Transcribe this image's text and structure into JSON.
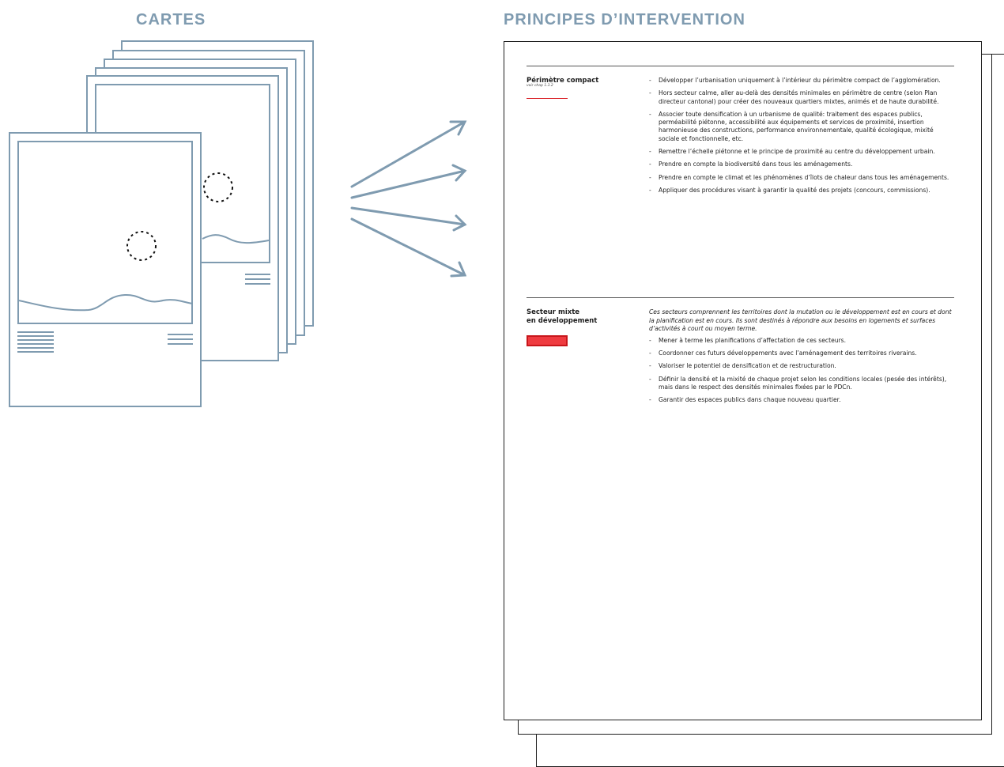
{
  "headings": {
    "left": "CARTES",
    "right": "PRINCIPES D’INTERVENTION"
  },
  "colors": {
    "heading": "#7f9bb0",
    "line_art": "#7f9bb0",
    "compact_marker": "#d91f26",
    "mixed_marker_fill": "#ef3b40",
    "mixed_marker_border": "#c8161b"
  },
  "document": {
    "sections": [
      {
        "title": "Périmètre compact",
        "reference": "voir chap 1.3.2",
        "intro": "",
        "bullets": [
          "Développer l’urbanisation uniquement à l’intérieur du périmètre compact de l’agglomération.",
          "Hors secteur calme, aller au-delà des densités minimales en périmètre de centre (selon Plan directeur cantonal) pour créer des nouveaux quartiers mixtes, animés et de haute durabilité.",
          "Associer toute densification à un urbanisme de qualité: traitement des espaces publics, perméabilité piétonne, accessibilité aux équipements et services de proximité, insertion harmonieuse des constructions, performance environnementale, qualité écologique, mixité sociale et fonctionnelle, etc.",
          "Remettre l’échelle piétonne et le principe de proximité au centre du développement urbain.",
          "Prendre en compte la biodiversité dans tous les aménagements.",
          "Prendre en compte le climat et les phénomènes d’îlots de chaleur dans tous les aménagements.",
          "Appliquer des procédures visant à garantir la qualité des projets (concours, commissions)."
        ]
      },
      {
        "title": "Secteur mixte\nen développement",
        "reference": "",
        "intro": "Ces secteurs comprennent les territoires dont la mutation ou le développement est en cours et dont la planification est en cours. Ils sont destinés à répondre aux besoins en logements et surfaces d’activités à court ou moyen terme.",
        "bullets": [
          "Mener à terme les planifications d’affectation de ces secteurs.",
          "Coordonner ces futurs développements avec l’aménagement des territoires riverains.",
          "Valoriser le potentiel de densification et de restructuration.",
          "Définir la densité et la mixité de chaque projet selon les conditions locales (pesée des intérêts), mais dans le respect des densités minimales fixées par le PDCn.",
          "Garantir des espaces publics dans chaque nouveau quartier."
        ]
      }
    ]
  }
}
